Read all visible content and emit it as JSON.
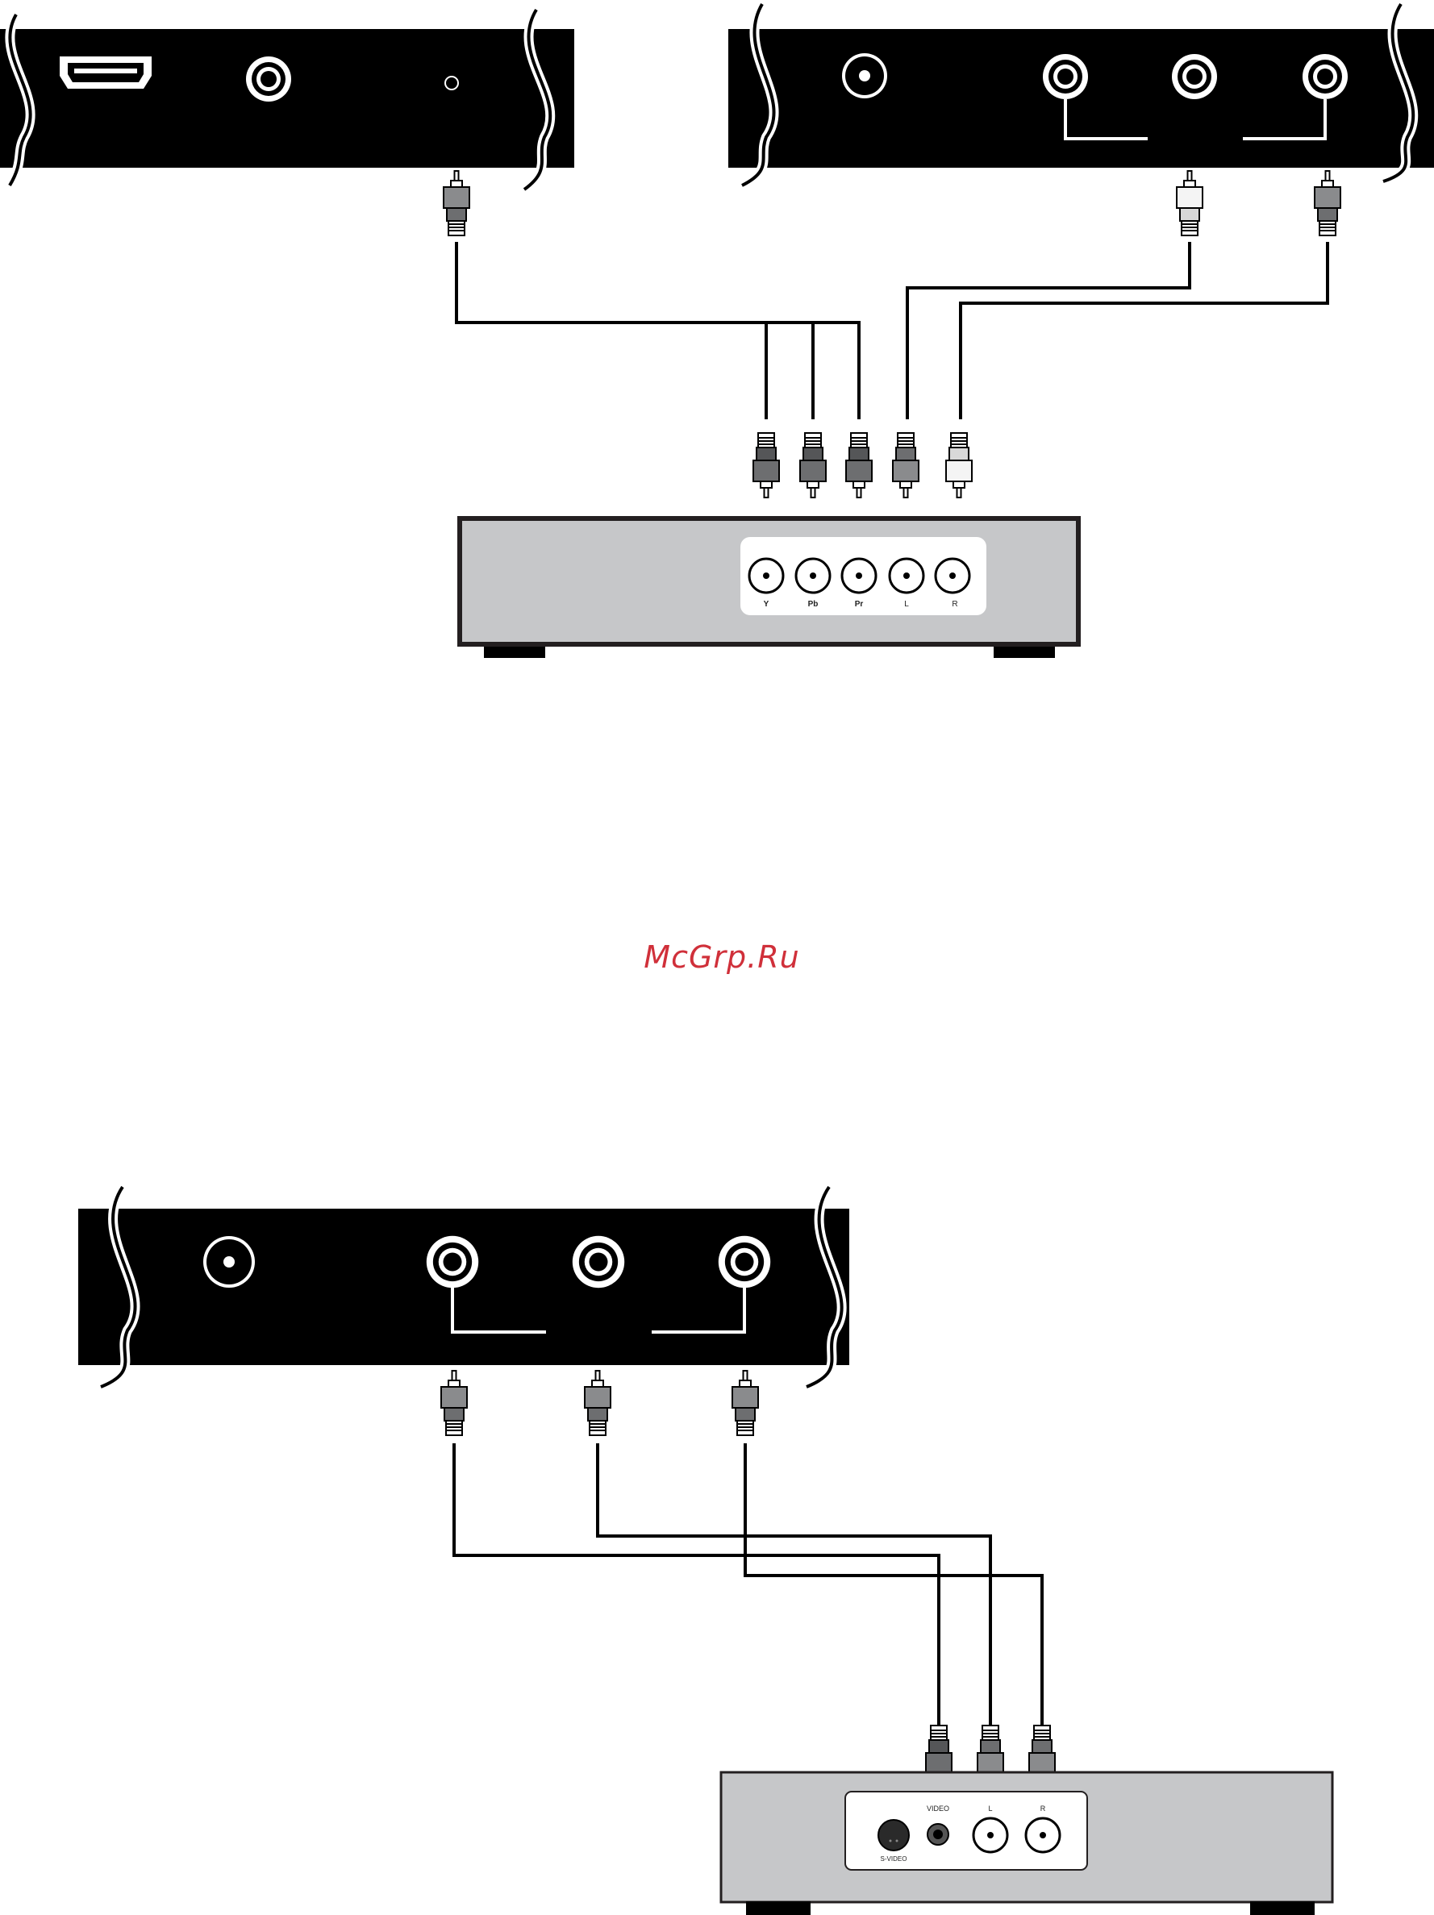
{
  "watermark": "McGrp.Ru",
  "colors": {
    "panel_dark": "#000000",
    "device_body": "#c6c7c9",
    "cable": "#000000",
    "plug_dark": "#6d6e70",
    "plug_mid": "#8a8b8d",
    "plug_light": "#f2f2f2",
    "watermark": "#d0303a"
  },
  "diagram1": {
    "source_top_left": {
      "ports": [
        "hdmi-port",
        "rca-jack",
        "small-hole"
      ]
    },
    "source_top_right": {
      "ports": [
        "antenna-jack",
        "rca-jack",
        "rca-jack",
        "rca-jack"
      ]
    },
    "receiver_ports": [
      "Y",
      "Pb",
      "Pr",
      "L",
      "R"
    ]
  },
  "diagram2": {
    "source_panel": {
      "ports": [
        "antenna-jack",
        "rca-jack",
        "rca-jack",
        "rca-jack"
      ]
    },
    "receiver_ports": [
      "VIDEO",
      "L",
      "R"
    ],
    "receiver_svideo": "S-VIDEO"
  }
}
